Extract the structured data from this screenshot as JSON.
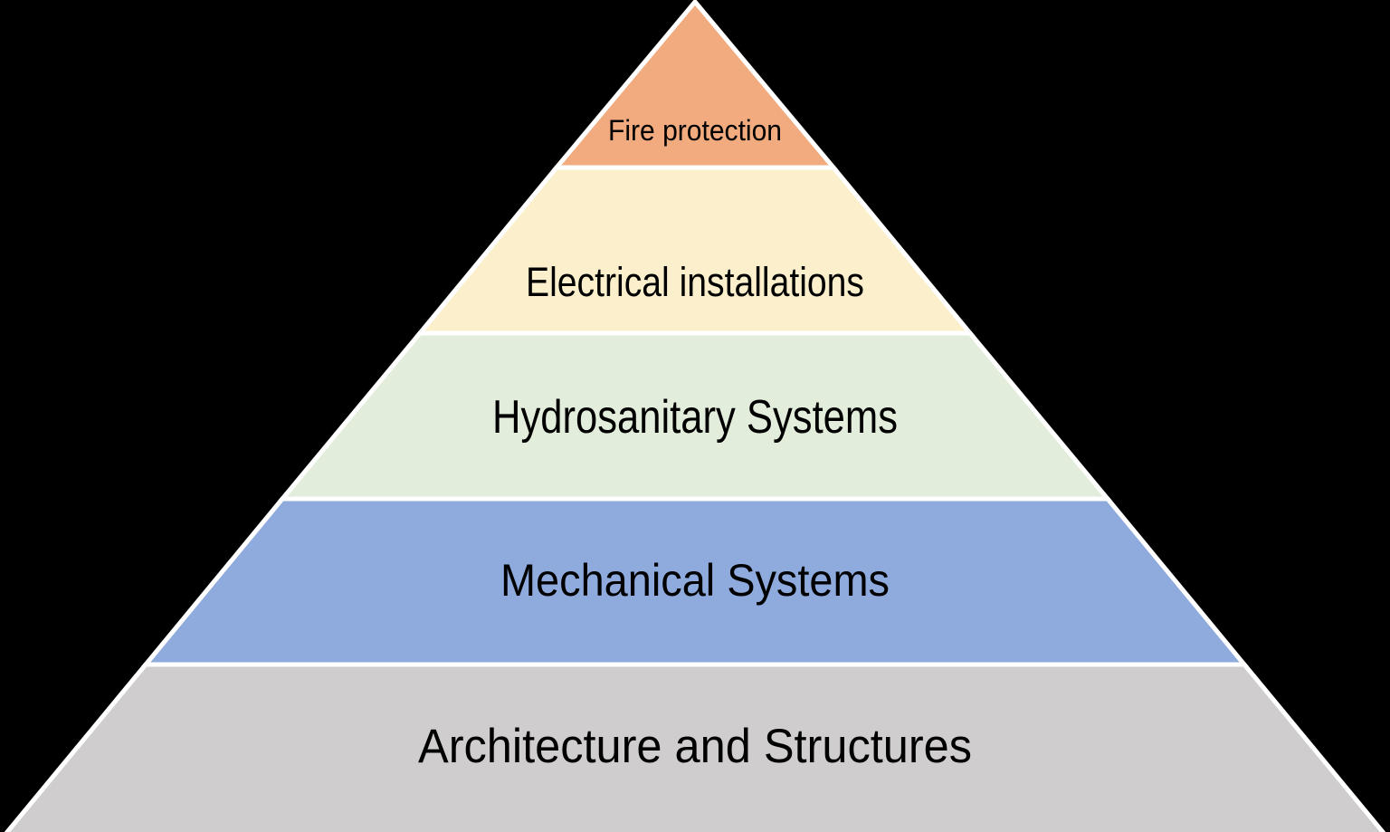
{
  "diagram": {
    "type": "pyramid",
    "level_count": 5,
    "background_color": "#000000",
    "divider_color": "#FFFFFF",
    "text_color": "#000000",
    "levels": [
      {
        "rank": 1,
        "label": "Fire protection",
        "color": "#F1AB7E"
      },
      {
        "rank": 2,
        "label": "Electrical installations",
        "color": "#FCF0CC"
      },
      {
        "rank": 3,
        "label": "Hydrosanitary Systems",
        "color": "#E2EEDB"
      },
      {
        "rank": 4,
        "label": "Mechanical Systems",
        "color": "#8FAADC"
      },
      {
        "rank": 5,
        "label": "Architecture and Structures",
        "color": "#CFCDCD"
      }
    ]
  }
}
